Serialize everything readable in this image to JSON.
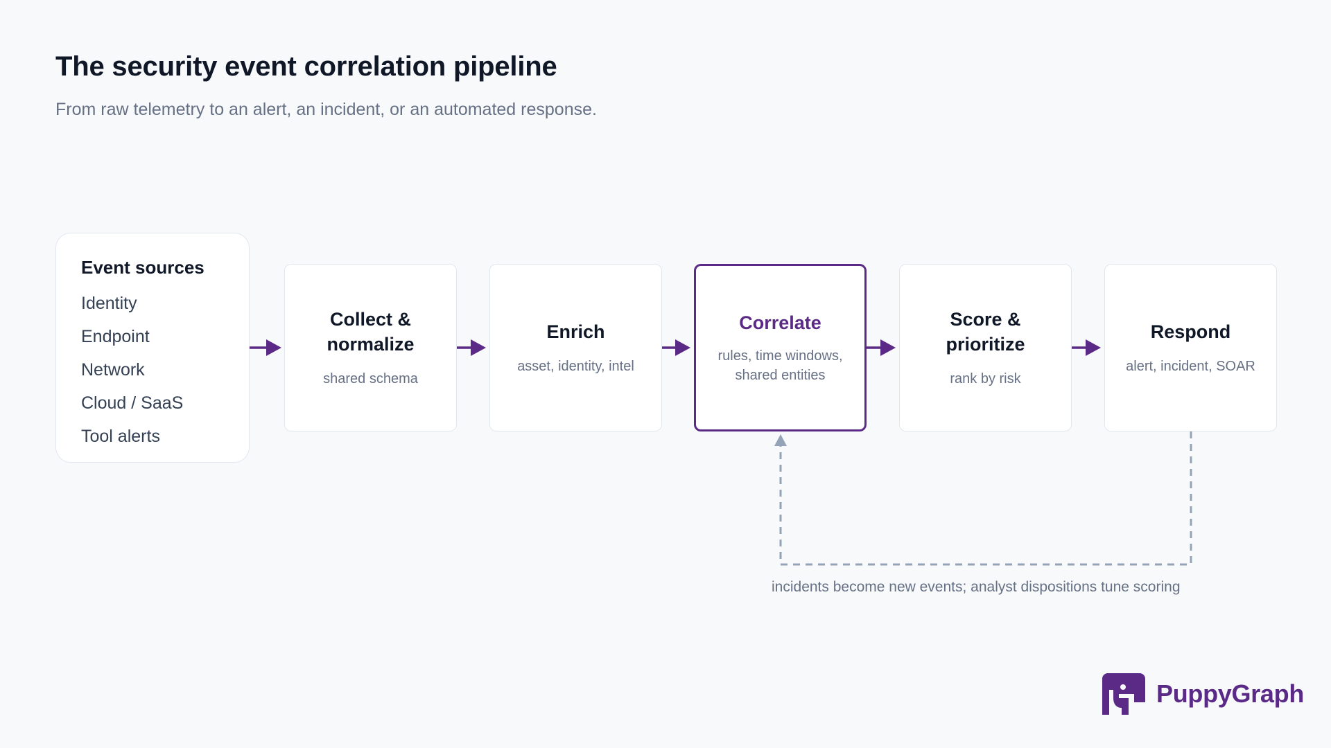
{
  "title": "The security event correlation pipeline",
  "subtitle": "From raw telemetry to an alert, an incident, or an automated response.",
  "sources": {
    "title": "Event sources",
    "items": [
      "Identity",
      "Endpoint",
      "Network",
      "Cloud / SaaS",
      "Tool alerts"
    ]
  },
  "stages": [
    {
      "title": "Collect & normalize",
      "subtitle": "shared schema",
      "highlighted": false
    },
    {
      "title": "Enrich",
      "subtitle": "asset, identity, intel",
      "highlighted": false
    },
    {
      "title": "Correlate",
      "subtitle": "rules, time windows, shared entities",
      "highlighted": true
    },
    {
      "title": "Score & prioritize",
      "subtitle": "rank by risk",
      "highlighted": false
    },
    {
      "title": "Respond",
      "subtitle": "alert, incident, SOAR",
      "highlighted": false
    }
  ],
  "feedback_note": "incidents become new events; analyst dispositions tune scoring",
  "brand": {
    "name": "PuppyGraph"
  },
  "colors": {
    "accent": "#5b2a86",
    "dashed": "#94a3b8",
    "text_muted": "#667085"
  },
  "icons": {
    "brand_logo": "puppygraph-logo-icon"
  }
}
